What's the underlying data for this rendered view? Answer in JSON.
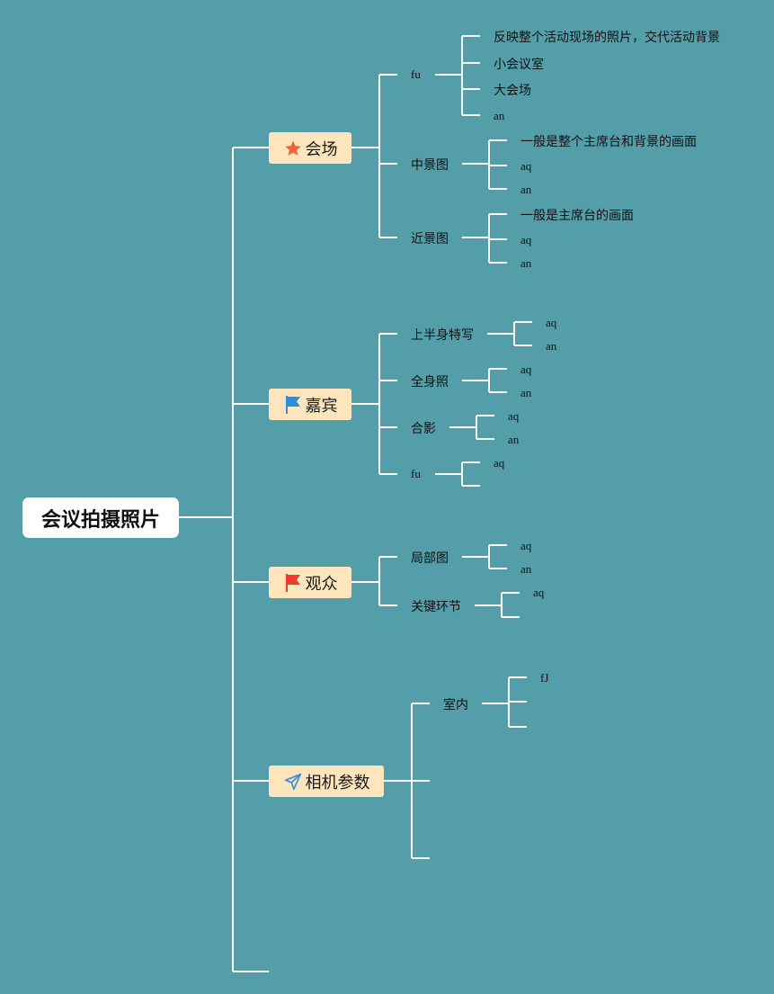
{
  "root": {
    "label": "会议拍摄照片"
  },
  "branches": [
    {
      "label": "会场",
      "icon": "star-icon",
      "icon_color": "#e8683a",
      "children": [
        {
          "label": "fu",
          "leaves": [
            "反映整个活动现场的照片，交代活动背景",
            "小会议室",
            "大会场",
            "an"
          ]
        },
        {
          "label": "中景图",
          "leaves": [
            "一般是整个主席台和背景的画面",
            "aq",
            "an"
          ]
        },
        {
          "label": "近景图",
          "leaves": [
            "一般是主席台的画面",
            "aq",
            "an"
          ]
        }
      ]
    },
    {
      "label": "嘉宾",
      "icon": "flag-blue-icon",
      "icon_color": "#2c8fd8",
      "children": [
        {
          "label": "上半身特写",
          "leaves": [
            "aq",
            "an"
          ]
        },
        {
          "label": "全身照",
          "leaves": [
            "aq",
            "an"
          ]
        },
        {
          "label": "合影",
          "leaves": [
            "aq",
            "an"
          ]
        },
        {
          "label": "fu",
          "leaves": [
            "aq"
          ]
        }
      ]
    },
    {
      "label": "观众",
      "icon": "flag-red-icon",
      "icon_color": "#ee3b2b",
      "children": [
        {
          "label": "局部图",
          "leaves": [
            "aq",
            "an"
          ]
        },
        {
          "label": "关键环节",
          "leaves": [
            "aq"
          ]
        }
      ]
    },
    {
      "label": "相机参数",
      "icon": "paper-plane-icon",
      "icon_color": "#3a8fd8",
      "children": [
        {
          "label": "室内",
          "leaves": [
            "fJ"
          ]
        }
      ]
    }
  ],
  "colors": {
    "background": "#539ea9",
    "branch_fill": "#fde5bd",
    "line": "#ffffff",
    "root_fill": "#ffffff"
  }
}
